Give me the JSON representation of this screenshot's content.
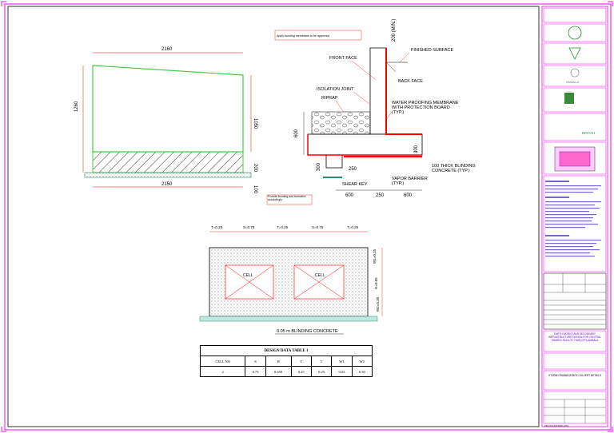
{
  "retaining_wall": {
    "width_top": "2160",
    "width_bottom": "2150",
    "height_left": "1260",
    "height_right": "1050",
    "dim_small_1": "200",
    "dim_small_2": "100"
  },
  "section": {
    "dims": {
      "top": "200 (MIN.)",
      "left": "600",
      "right": "300",
      "base_left": "600",
      "base_mid": "250",
      "base_right": "600",
      "key": "300",
      "key_w": "250"
    },
    "labels": {
      "note1": "Apply bonding membrane to be approved",
      "front_face": "FRONT FACE",
      "finished_surface": "FINISHED SURFACE",
      "back_face": "BACK FACE",
      "isolation_joint": "ISOLATION JOINT",
      "riprap": "RIPRAP",
      "waterproofing": "WATER PROOFING MEMBRANE WITH PROTECTION BOARD (TYP.)",
      "blinding": "100 THICK BLINDING CONCRETE (TYP.)",
      "vapor": "VAPOR BARRIER (TYP.)",
      "shear_key": "SHEAR KEY",
      "note2": "Provide bonding and formation accordingly"
    }
  },
  "cell_box": {
    "dims_top": [
      "T=0.25",
      "S=0.75",
      "T=0.25",
      "S=0.75",
      "T=0.25"
    ],
    "dims_right": [
      "W1=0.25",
      "H=0.65",
      "W2=0.30"
    ],
    "cell_label": "CELL",
    "blinding": "0.05 m BLINDING CONCRETE"
  },
  "design_table": {
    "title": "DESIGN DATA TABLE 1",
    "headers": [
      "CELL NO",
      "S",
      "H",
      "T",
      "T",
      "W1",
      "W2"
    ],
    "rows": [
      [
        "2",
        "0.75",
        "0.650",
        "0.25",
        "0.25",
        "0.25",
        "0.30"
      ]
    ]
  },
  "title_block": {
    "logo_top_text": "AMAALA",
    "company": "BINYAH",
    "project": "EARTH WORKS AND SECONDARY INFRASTRUCTURE DESIGN FOR CENTRAL SHARED FACILITY HUB (CFH) AMAALA",
    "drawing_title": "STORM DRAINAGE BOX CULVERT DETAILS",
    "drawing_no": "AM-CFH-DR-DRG-1001"
  },
  "colors": {
    "accent": "#ff00ff",
    "red": "#ff0000",
    "green": "#00cc00",
    "line": "#000000"
  }
}
